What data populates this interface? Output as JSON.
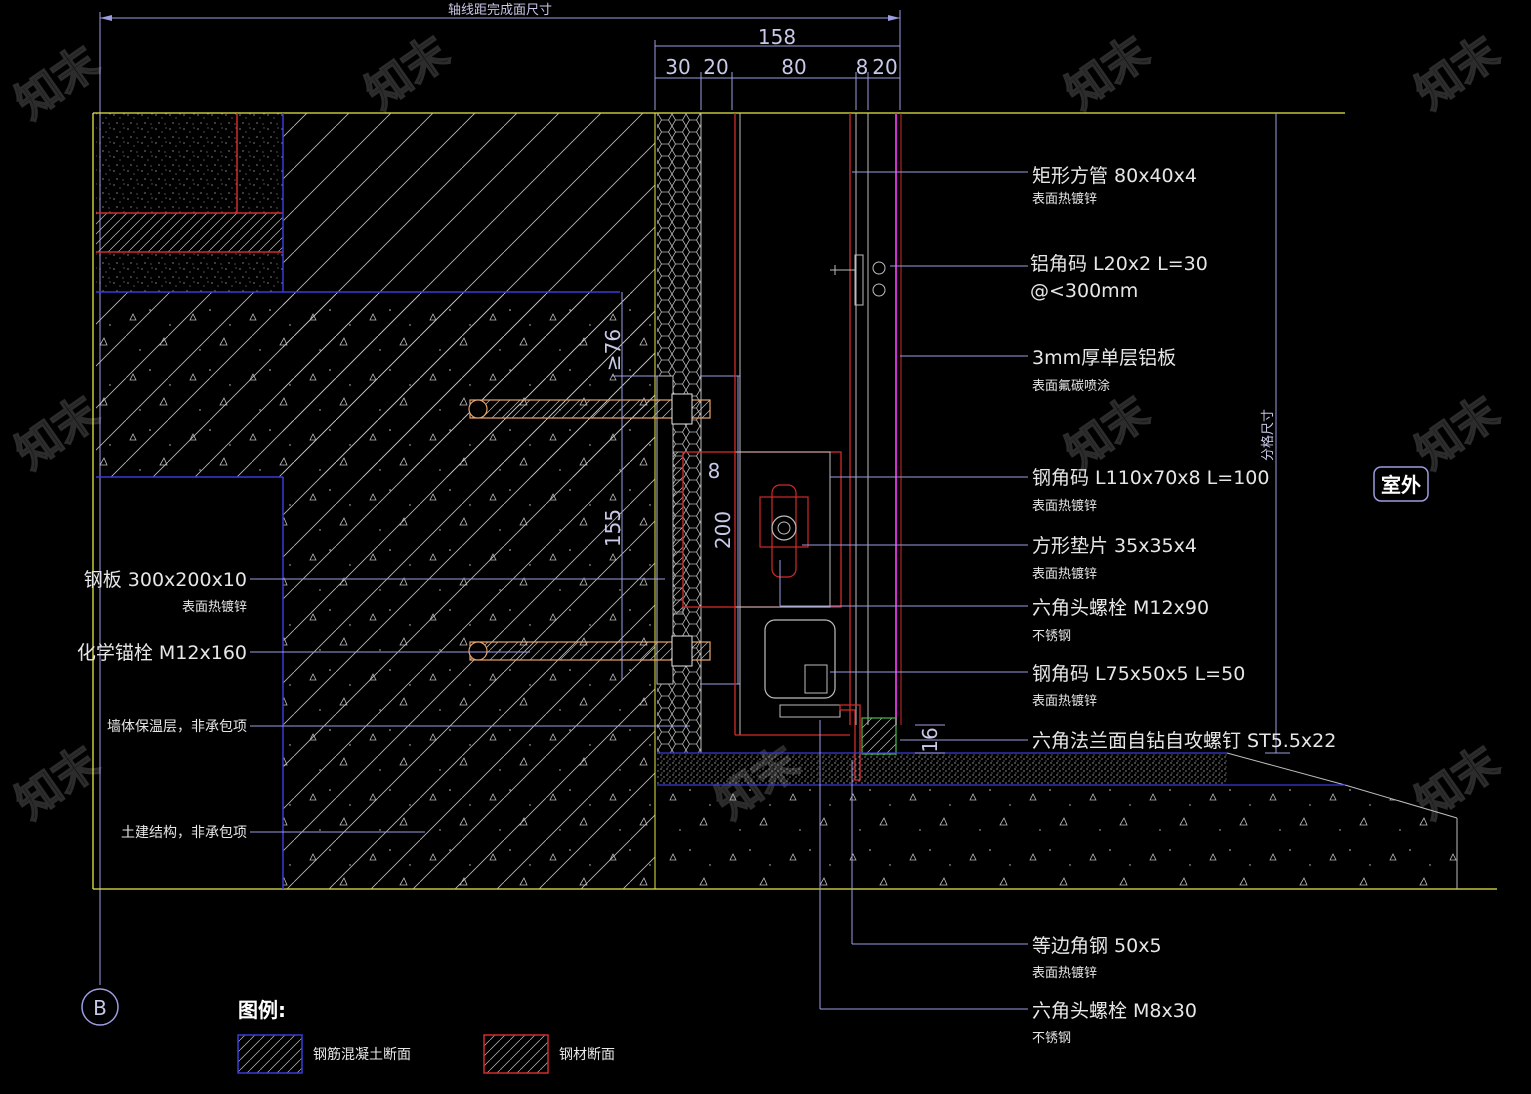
{
  "colors": {
    "background": "#000000",
    "yellow": "#e8e84a",
    "blue": "#3a3ad8",
    "red": "#d22a2a",
    "magenta": "#d030d0",
    "dimension": "#9c9ce0",
    "text": "#e6e6e6"
  },
  "dimensions": {
    "axis_to_finish": "轴线距完成面尺寸",
    "total": "158",
    "d30": "30",
    "d20a": "20",
    "d80": "80",
    "d8": "8",
    "d20b": "20",
    "ge76": "≥76",
    "d155": "155",
    "d8b": "8",
    "d200": "200",
    "d16": "16",
    "floor_height": "分格尺寸"
  },
  "labels": {
    "rect_tube": {
      "main": "矩形方管 80x40x4",
      "sub": "表面热镀锌"
    },
    "al_angle": {
      "main": "铝角码 L20x2 L=30",
      "sub": "@<300mm"
    },
    "al_panel": {
      "main": "3mm厚单层铝板",
      "sub": "表面氟碳喷涂"
    },
    "steel_angle_110": {
      "main": "钢角码 L110x70x8 L=100",
      "sub": "表面热镀锌"
    },
    "square_washer": {
      "main": "方形垫片 35x35x4",
      "sub": "表面热镀锌"
    },
    "hex_bolt_m12": {
      "main": "六角头螺栓 M12x90",
      "sub": "不锈钢"
    },
    "steel_angle_75": {
      "main": "钢角码 L75x50x5 L=50",
      "sub": "表面热镀锌"
    },
    "self_tap_screw": {
      "main": "六角法兰面自钻自攻螺钉 ST5.5x22"
    },
    "equal_angle": {
      "main": "等边角钢 50x5",
      "sub": "表面热镀锌"
    },
    "hex_bolt_m8": {
      "main": "六角头螺栓 M8x30",
      "sub": "不锈钢"
    },
    "steel_plate": {
      "main": "钢板 300x200x10",
      "sub": "表面热镀锌"
    },
    "chem_anchor": {
      "main": "化学锚栓 M12x160"
    },
    "insulation": {
      "main": "墙体保温层，非承包项"
    },
    "structure": {
      "main": "土建结构，非承包项"
    }
  },
  "outdoor": "室外",
  "axis_label": "B",
  "legend": {
    "title": "图例:",
    "concrete": "钢筋混凝土断面",
    "steel": "钢材断面"
  },
  "watermark_text": "知末"
}
